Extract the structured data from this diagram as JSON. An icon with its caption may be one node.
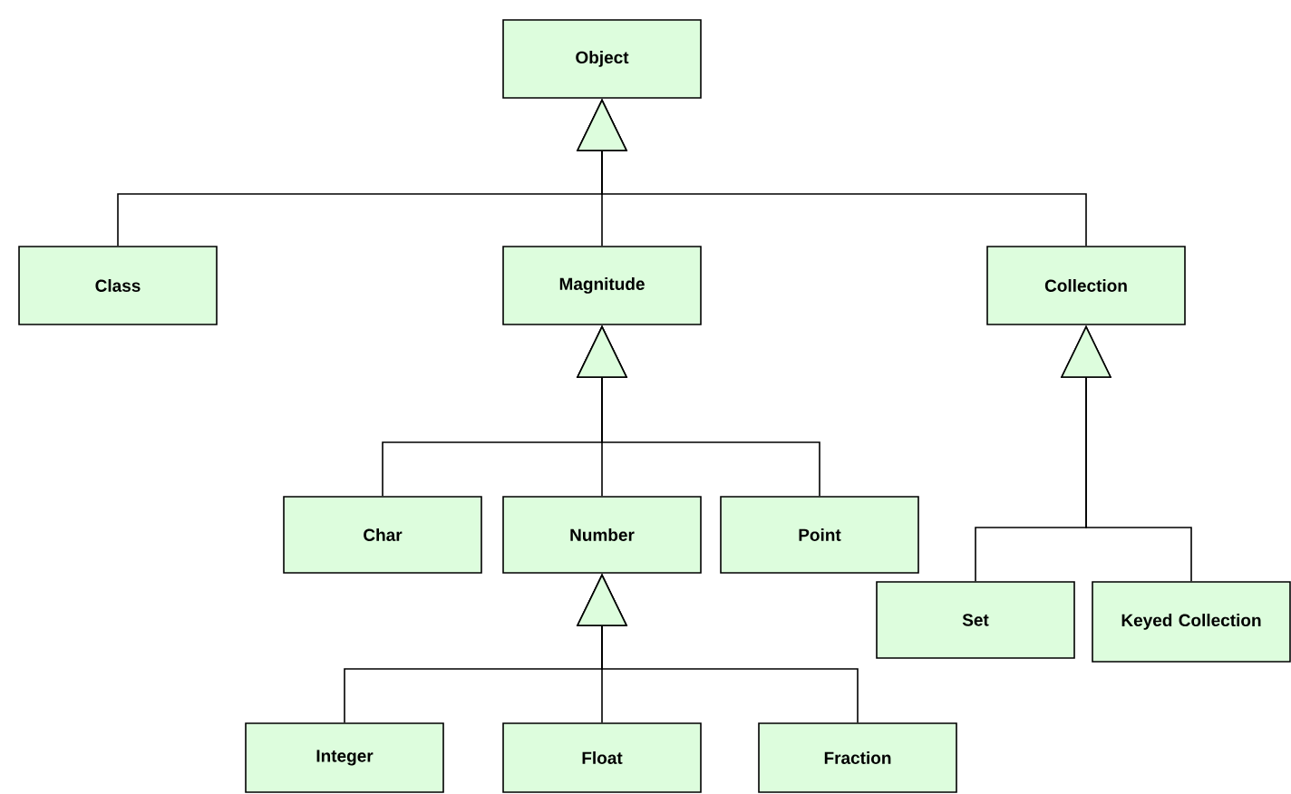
{
  "diagram": {
    "nodes": [
      {
        "text": [
          "Object"
        ]
      },
      {
        "text": [
          "Class"
        ]
      },
      {
        "text": [
          "Magnitude"
        ]
      },
      {
        "text": [
          "Collection"
        ]
      },
      {
        "text": [
          "Char"
        ]
      },
      {
        "text": [
          "Number"
        ]
      },
      {
        "text": [
          "Point"
        ]
      },
      {
        "text": [
          "Set"
        ]
      },
      {
        "text": [
          "Keyed Collection"
        ]
      },
      {
        "text": [
          "Integer"
        ]
      },
      {
        "text": [
          "Float"
        ]
      },
      {
        "text": [
          "Fraction"
        ]
      }
    ],
    "edges": [
      {
        "from": 1,
        "to": 0,
        "arrow": "to"
      },
      {
        "from": 2,
        "to": 0,
        "arrow": "to"
      },
      {
        "from": 3,
        "to": 0,
        "arrow": "to"
      },
      {
        "from": 4,
        "to": 2,
        "arrow": "to"
      },
      {
        "from": 5,
        "to": 2,
        "arrow": "to"
      },
      {
        "from": 6,
        "to": 2,
        "arrow": "to"
      },
      {
        "from": 7,
        "to": 3,
        "arrow": "to"
      },
      {
        "from": 8,
        "to": 3,
        "arrow": "to"
      },
      {
        "from": 9,
        "to": 5,
        "arrow": "to"
      },
      {
        "from": 10,
        "to": 5,
        "arrow": "to"
      },
      {
        "from": 11,
        "to": 5,
        "arrow": "to"
      }
    ]
  }
}
